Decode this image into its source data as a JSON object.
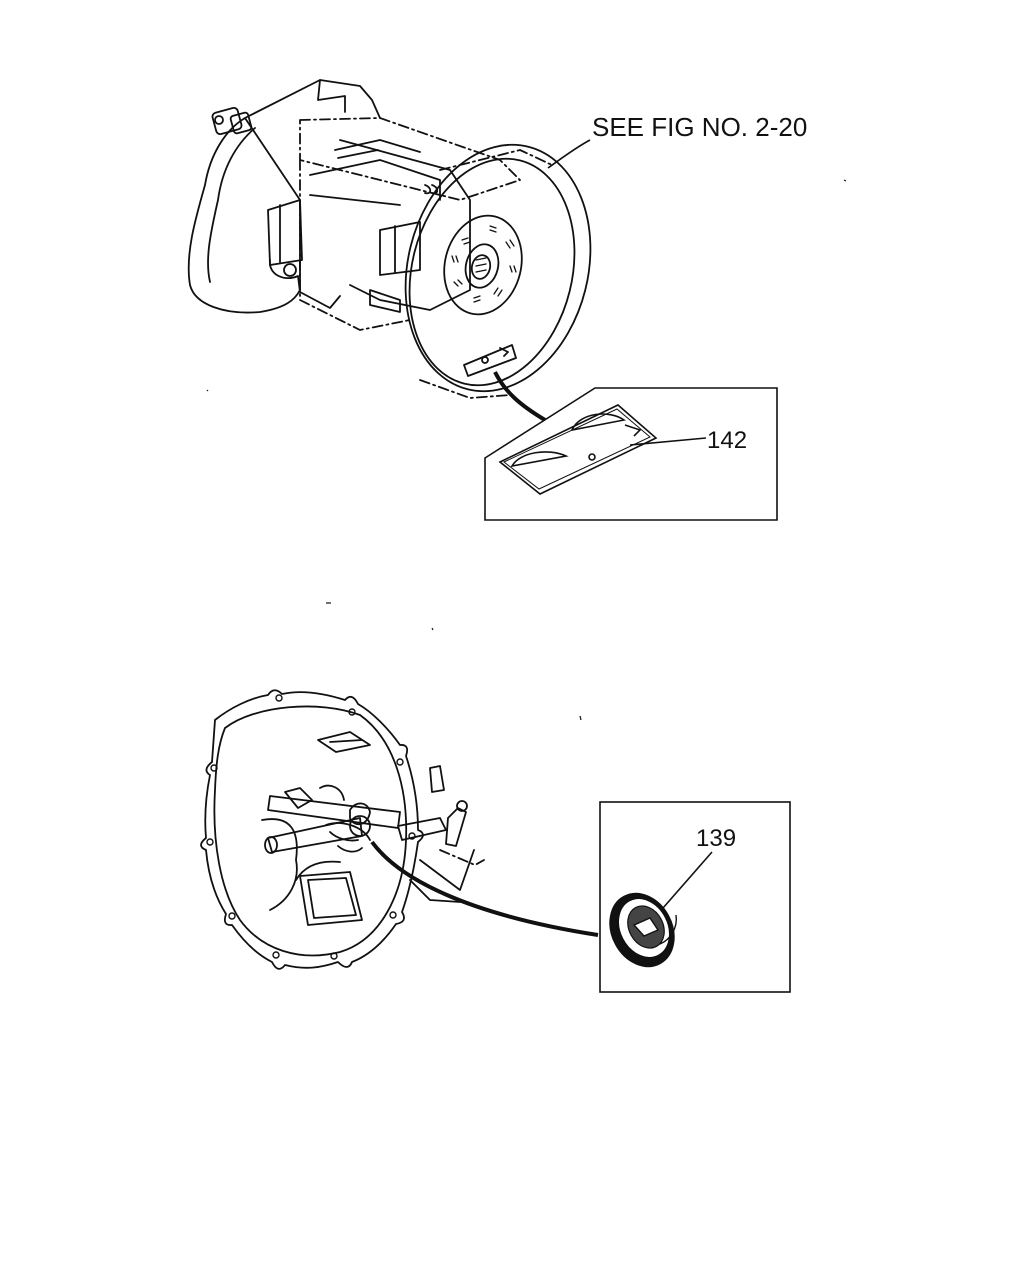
{
  "figure": {
    "reference_note": "SEE FIG NO. 2-20",
    "callouts": [
      {
        "id": "gasket",
        "part_number": "142"
      },
      {
        "id": "seal",
        "part_number": "139"
      }
    ]
  },
  "colors": {
    "ink": "#111111",
    "paper": "#ffffff"
  }
}
